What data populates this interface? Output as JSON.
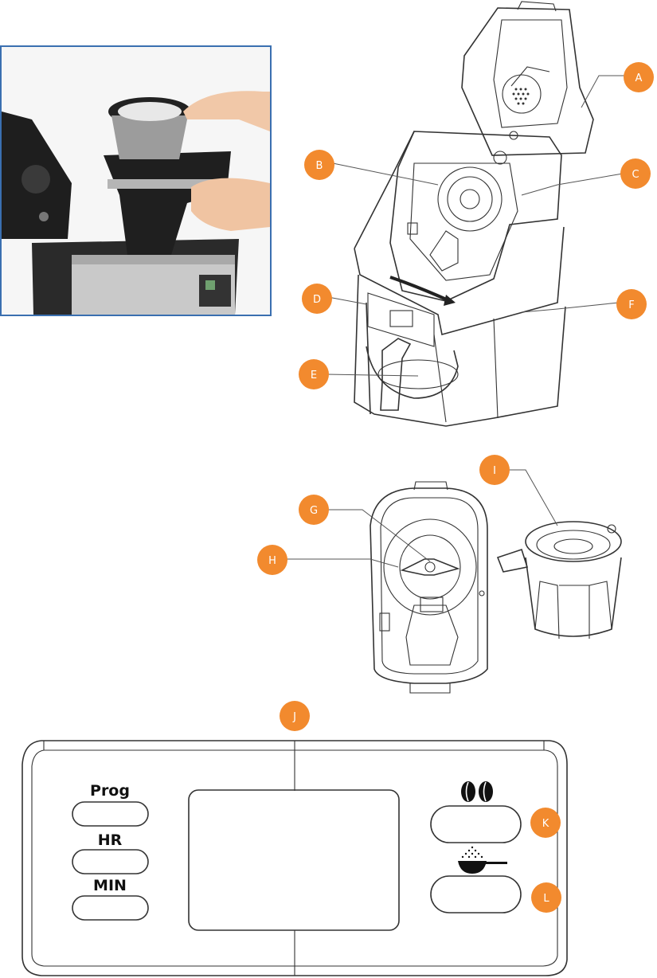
{
  "callouts": [
    {
      "id": "A",
      "label": "A"
    },
    {
      "id": "B",
      "label": "B"
    },
    {
      "id": "C",
      "label": "C"
    },
    {
      "id": "D",
      "label": "D"
    },
    {
      "id": "E",
      "label": "E"
    },
    {
      "id": "F",
      "label": "F"
    },
    {
      "id": "G",
      "label": "G"
    },
    {
      "id": "H",
      "label": "H"
    },
    {
      "id": "I",
      "label": "I"
    },
    {
      "id": "J",
      "label": "J"
    },
    {
      "id": "K",
      "label": "K"
    },
    {
      "id": "L",
      "label": "L"
    }
  ],
  "control_panel": {
    "prog_label": "Prog",
    "hr_label": "HR",
    "min_label": "MIN"
  },
  "colors": {
    "callout": "#f28a2e",
    "photo_border": "#3a6fb0",
    "line": "#333333"
  },
  "icons": {
    "beans": "coffee-beans-icon",
    "ground": "ground-coffee-scoop-icon"
  }
}
